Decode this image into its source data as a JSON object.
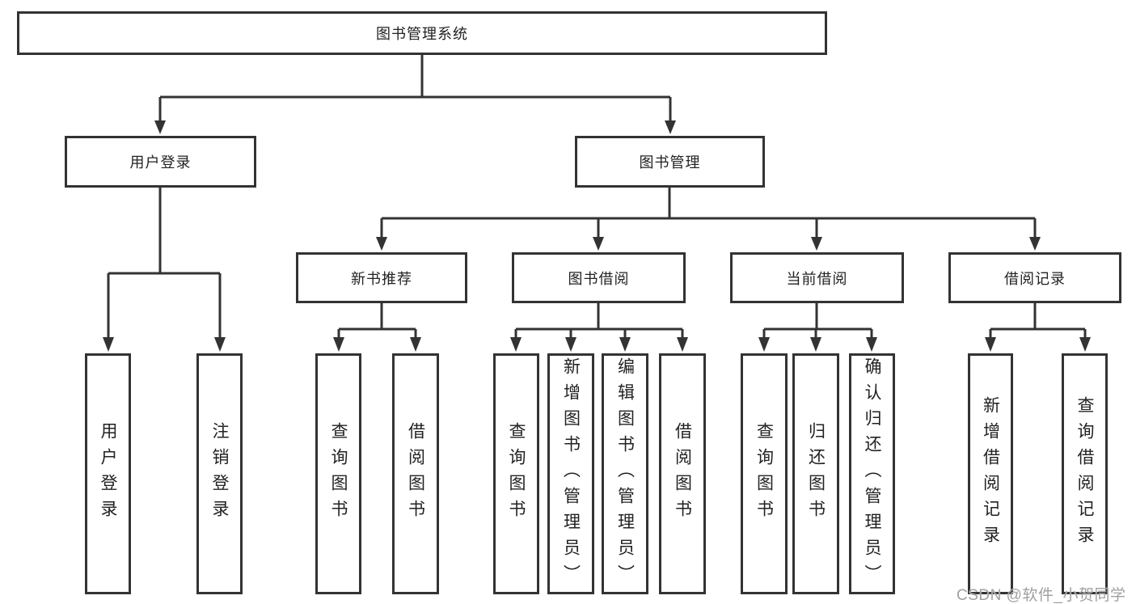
{
  "diagram": {
    "title": "图书管理系统",
    "branches": [
      {
        "label": "用户登录",
        "children": [
          {
            "label": "用户登录"
          },
          {
            "label": "注销登录"
          }
        ]
      },
      {
        "label": "图书管理",
        "children": [
          {
            "label": "新书推荐",
            "children": [
              {
                "label": "查询图书"
              },
              {
                "label": "借阅图书"
              }
            ]
          },
          {
            "label": "图书借阅",
            "children": [
              {
                "label": "查询图书"
              },
              {
                "label": "新增图书（管理员）"
              },
              {
                "label": "编辑图书（管理员）"
              },
              {
                "label": "借阅图书"
              }
            ]
          },
          {
            "label": "当前借阅",
            "children": [
              {
                "label": "查询图书"
              },
              {
                "label": "归还图书"
              },
              {
                "label": "确认归还（管理员）"
              }
            ]
          },
          {
            "label": "借阅记录",
            "children": [
              {
                "label": "新增借阅记录"
              },
              {
                "label": "查询借阅记录"
              }
            ]
          }
        ]
      }
    ]
  },
  "watermark": {
    "text": "CSDN @软件_小贺同学"
  },
  "colors": {
    "line": "#333333",
    "text": "#222222",
    "watermark": "#a0a0a0",
    "background": "#ffffff"
  }
}
